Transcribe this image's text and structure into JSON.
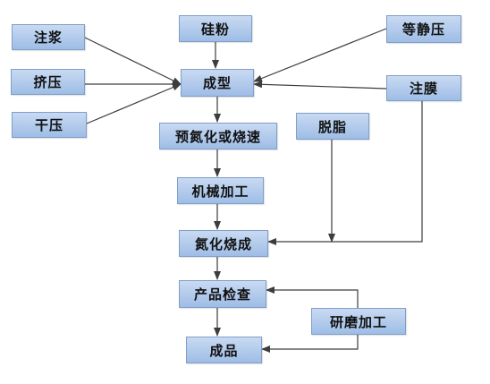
{
  "nodes": {
    "zhujiang": "注浆",
    "jiya": "挤压",
    "ganya": "干压",
    "guifen": "硅粉",
    "dengjingya": "等静压",
    "zhumo": "注膜",
    "chengxing": "成型",
    "yudanhua": "预氮化或烧速",
    "tuozhi": "脱脂",
    "jixie": "机械加工",
    "danhua": "氮化烧成",
    "chanpin": "产品检查",
    "yanmo": "研磨加工",
    "chengpin": "成品"
  }
}
